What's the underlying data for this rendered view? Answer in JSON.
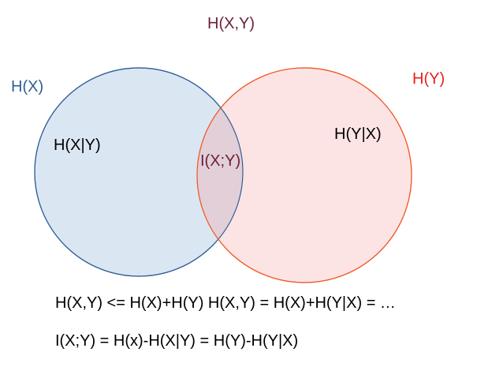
{
  "colors": {
    "x_fill": "#dbe6f3",
    "x_stroke": "#2f5f96",
    "y_fill": "#fde4e4",
    "y_stroke": "#f05a28",
    "overlap_fill": "#e2cfd7",
    "joint_label": "#6b1f38",
    "hx_label": "#2f5f96",
    "hy_label": "#e8201a",
    "text": "#000000"
  },
  "labels": {
    "joint": "H(X,Y)",
    "hx": "H(X)",
    "hy": "H(Y)",
    "hx_given_y": "H(X|Y)",
    "hy_given_x": "H(Y|X)",
    "mutual": "I(X;Y)"
  },
  "equations": {
    "line1": "H(X,Y) <= H(X)+H(Y)  H(X,Y) = H(X)+H(Y|X) = …",
    "line2": "I(X;Y) = H(x)-H(X|Y) = H(Y)-H(Y|X)"
  }
}
